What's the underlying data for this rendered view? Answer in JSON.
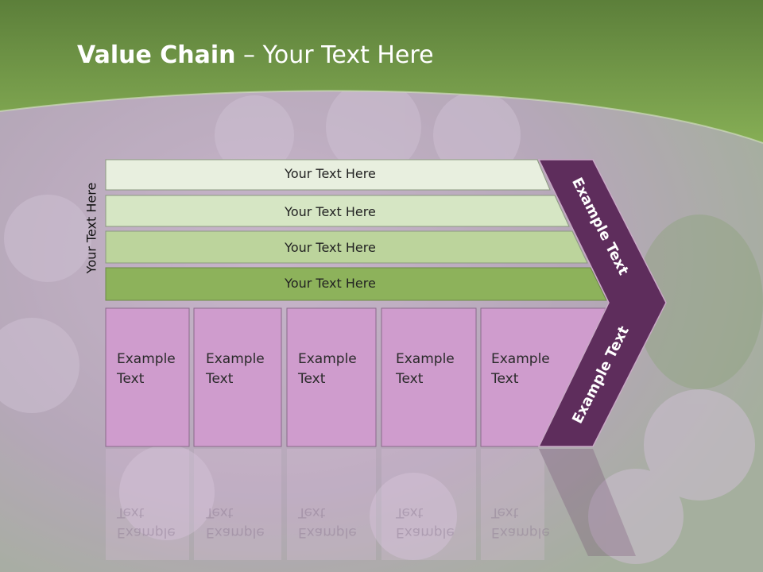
{
  "title": {
    "bold": "Value Chain",
    "rest": " – Your Text Here"
  },
  "side_label": "Your Text Here",
  "rows": [
    {
      "label": "Your Text Here",
      "color": "#e8efdf"
    },
    {
      "label": "Your Text Here",
      "color": "#d6e6c4"
    },
    {
      "label": "Your Text Here",
      "color": "#bcd49c"
    },
    {
      "label": "Your Text Here",
      "color": "#8db25b"
    }
  ],
  "boxes": [
    {
      "text": "Example\nText"
    },
    {
      "text": "Example\nText"
    },
    {
      "text": "Example\nText"
    },
    {
      "text": "Example\nText"
    },
    {
      "text": "Example\nText"
    }
  ],
  "chevron": {
    "top_text": "Example Text",
    "bottom_text": "Example Text",
    "color": "#5e2d5c"
  },
  "colors": {
    "header_green": "#6f9a48",
    "box_fill": "#cf9ccd",
    "box_border": "#8a6a8a"
  }
}
